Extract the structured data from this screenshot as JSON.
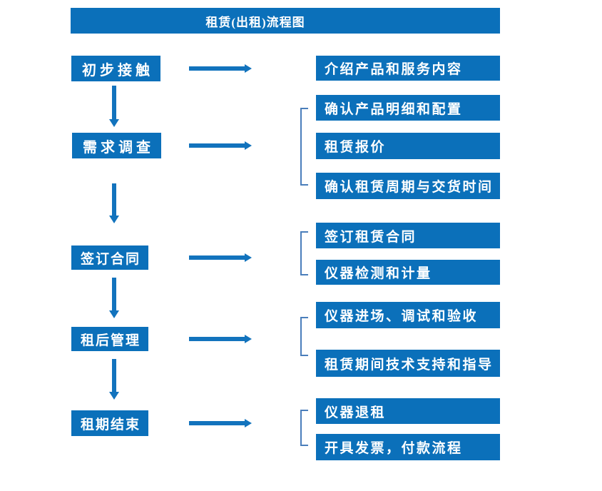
{
  "title": "租赁(出租)流程图",
  "colors": {
    "box_blue": "#0b70ba",
    "arrow_blue": "#1273bd",
    "bracket_blue": "#4a7ebb",
    "text_white": "#ffffff",
    "page_bg": "#ffffff"
  },
  "steps": [
    {
      "label": "初步接触",
      "details": [
        "介绍产品和服务内容"
      ]
    },
    {
      "label": "需求调查",
      "details": [
        "确认产品明细和配置",
        "租赁报价",
        "确认租赁周期与交货时间"
      ]
    },
    {
      "label": "签订合同",
      "details": [
        "签订租赁合同",
        "仪器检测和计量"
      ]
    },
    {
      "label": "租后管理",
      "details": [
        "仪器进场、调试和验收",
        "租赁期间技术支持和指导"
      ]
    },
    {
      "label": "租期结束",
      "details": [
        "仪器退租",
        "开具发票，付款流程"
      ]
    }
  ]
}
